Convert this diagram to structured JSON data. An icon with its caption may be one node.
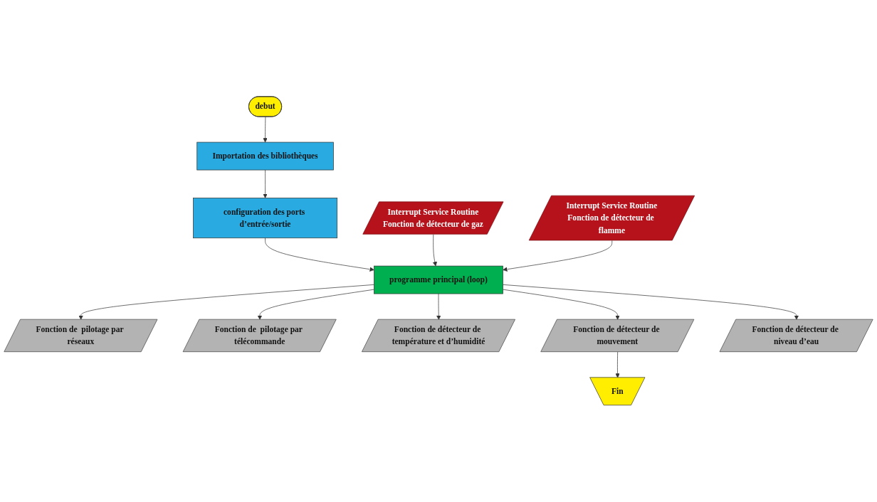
{
  "diagram": {
    "nodes": [
      {
        "text": [
          "debut"
        ]
      },
      {
        "text": [
          "Interrupt Service Routine",
          "Fonction de détecteur de gaz"
        ]
      },
      {
        "text": [
          "Importation des bibliothèques"
        ]
      },
      {
        "text": [
          "Interrupt Service Routine",
          "Fonction de détecteur de flamme"
        ]
      },
      {
        "text": [
          "configuration des ports d’entrée/sortie"
        ]
      },
      {
        "text": [
          "programme principal (loop)"
        ]
      },
      {
        "text": [
          "Fonction de  pilotage par réseaux"
        ]
      },
      {
        "text": [
          "Fonction de  pilotage par télécommande"
        ]
      },
      {
        "text": [
          "Fonction de détecteur de température et d’humidité"
        ]
      },
      {
        "text": [
          "Fonction de détecteur de mouvement"
        ]
      },
      {
        "text": [
          "Fonction de détecteur de niveau d’eau"
        ]
      },
      {
        "text": [
          "Fin"
        ]
      }
    ],
    "edges": [
      {
        "from": 0,
        "to": 2,
        "arrow": "to"
      },
      {
        "from": 2,
        "to": 4,
        "arrow": "to"
      },
      {
        "from": 4,
        "to": 5,
        "arrow": "to"
      },
      {
        "from": 1,
        "to": 5,
        "arrow": "to"
      },
      {
        "from": 3,
        "to": 5,
        "arrow": "to"
      },
      {
        "from": 5,
        "to": 6,
        "arrow": "to"
      },
      {
        "from": 5,
        "to": 7,
        "arrow": "to"
      },
      {
        "from": 5,
        "to": 8,
        "arrow": "to"
      },
      {
        "from": 5,
        "to": 9,
        "arrow": "to"
      },
      {
        "from": 5,
        "to": 10,
        "arrow": "to"
      },
      {
        "from": 9,
        "to": 11,
        "arrow": "to"
      }
    ]
  }
}
